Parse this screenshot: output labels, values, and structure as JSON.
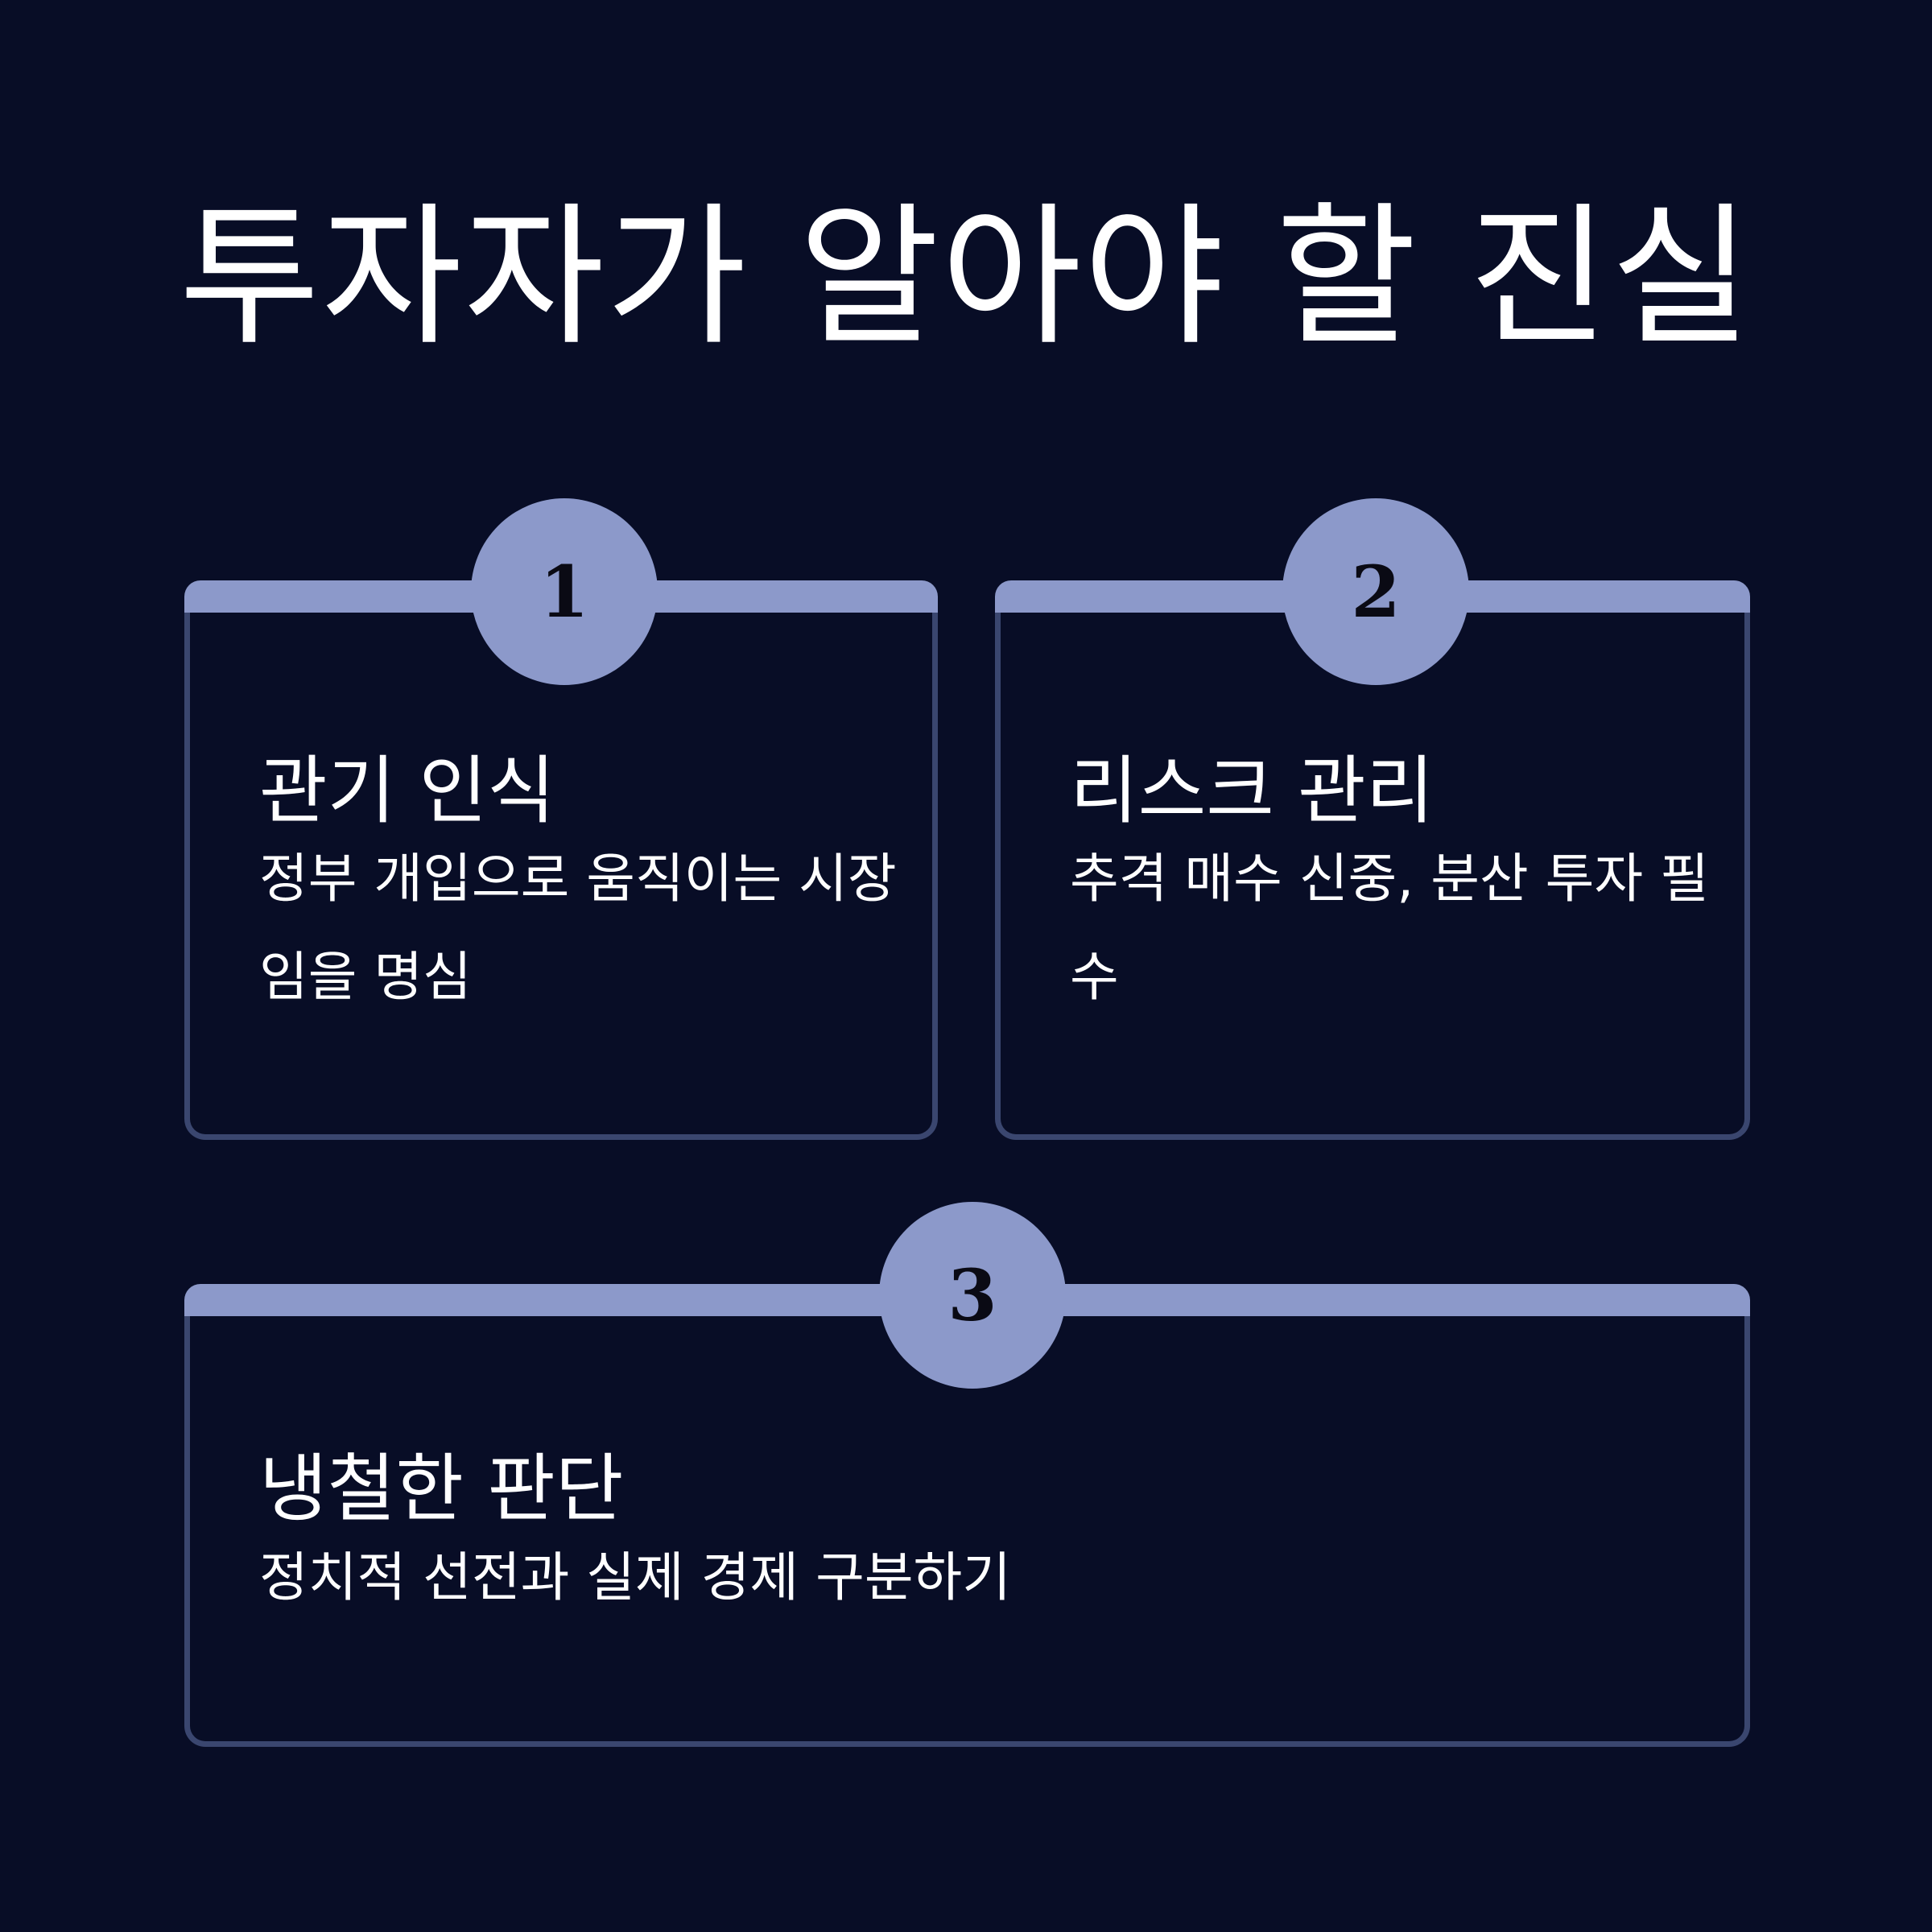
{
  "title": "투자자가 알아야 할 진실",
  "cards": [
    {
      "number": "1",
      "title": "관기 인식",
      "description": "정부 개입으로 움직이는 시장임을 명심"
    },
    {
      "number": "2",
      "title": "리스크 관리",
      "description": "추격 매수 신중, 분산 투자 필수"
    },
    {
      "number": "3",
      "title": "냉철한 판단",
      "description": "정치적 선전과 실제 경제 구분하기"
    }
  ],
  "colors": {
    "background": "#080d26",
    "accent": "#8c99ca",
    "card_border": "#3a466f",
    "text": "#ffffff"
  }
}
